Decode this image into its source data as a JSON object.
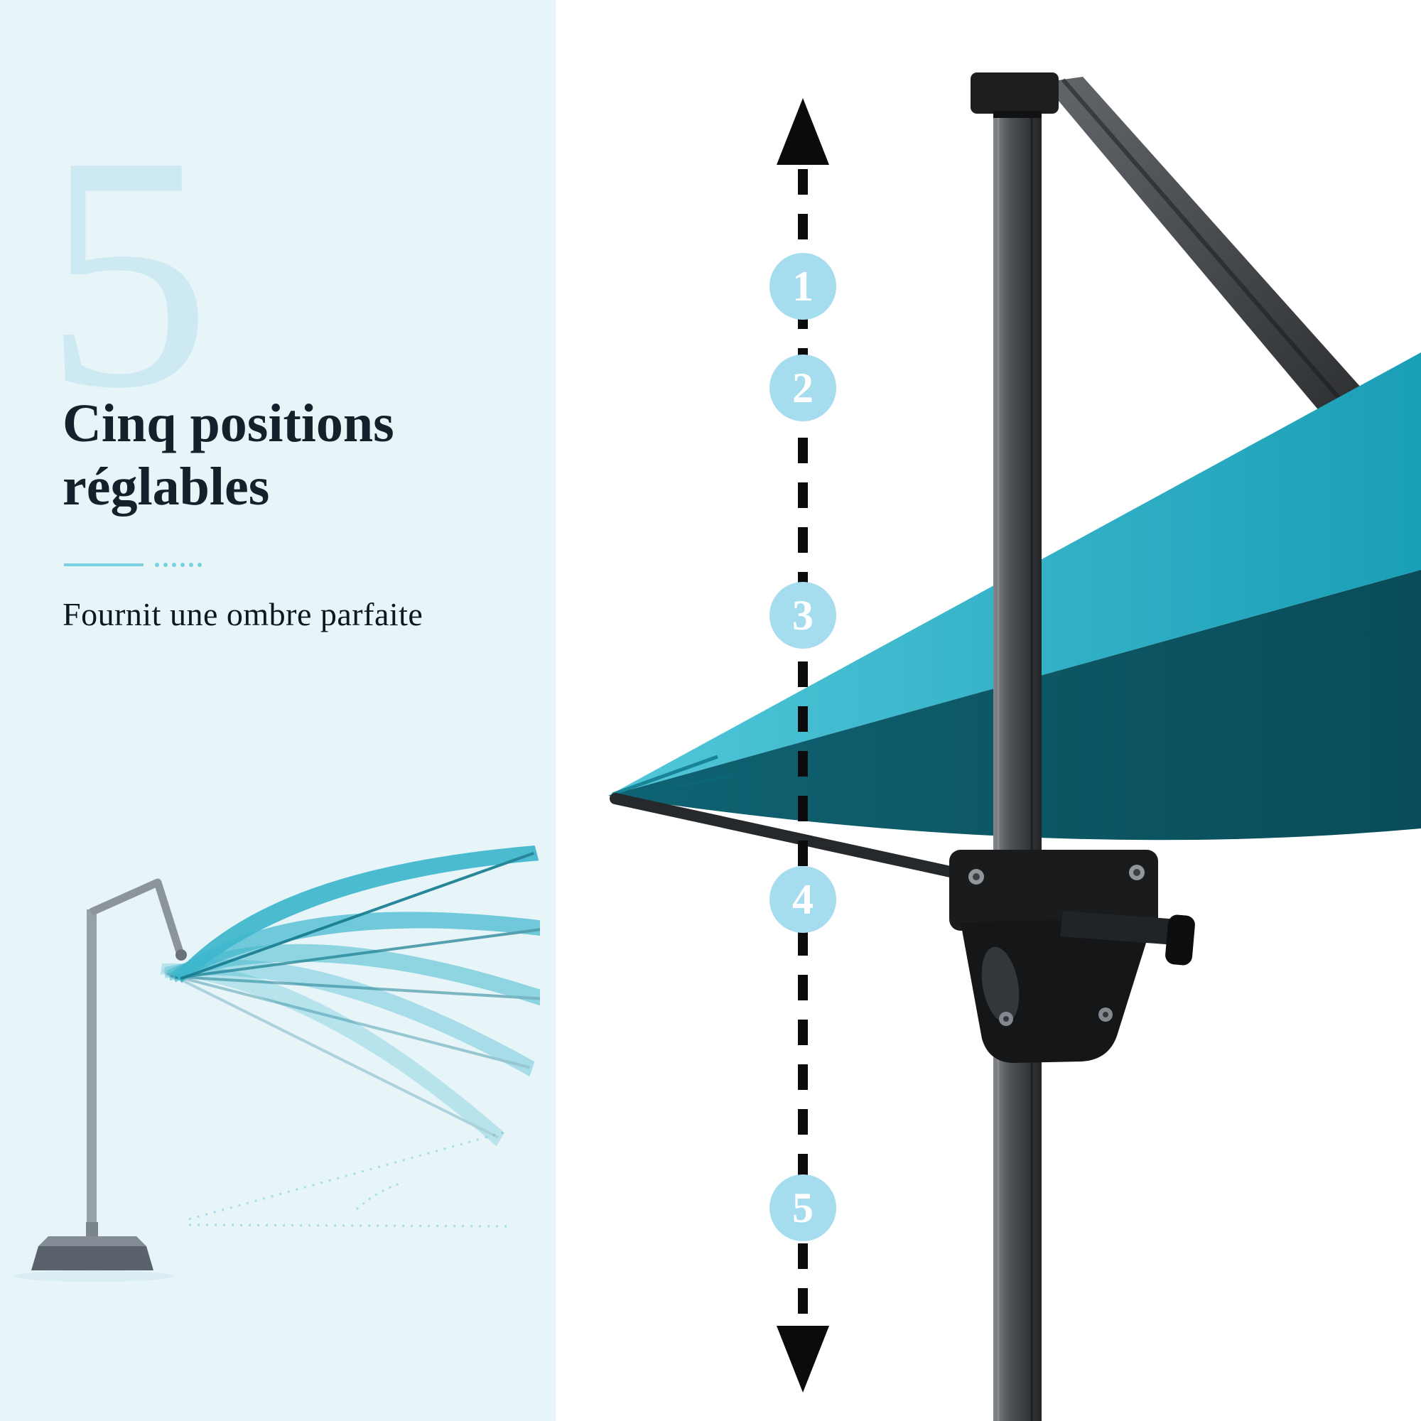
{
  "left_panel": {
    "watermark_number": "5",
    "heading_line1": "Cinq positions",
    "heading_line2": "réglables",
    "subheading": "Fournit une ombre parfaite"
  },
  "position_markers": {
    "labels": [
      "1",
      "2",
      "3",
      "4",
      "5"
    ]
  },
  "icons": {
    "arrow_up": "arrow-up-icon",
    "arrow_down": "arrow-down-icon"
  },
  "colors": {
    "panel_background": "#e7f5f9",
    "watermark": "#cde9f2",
    "heading_text": "#15202b",
    "divider_teal": "#79d1dd",
    "marker_background": "#a5dcee",
    "marker_text": "#ffffff",
    "canopy_light_teal": "#2fb3c9",
    "canopy_dark_teal": "#0e6170",
    "pole_gray": "#4e5155",
    "dashed_line_black": "#0b0b0b"
  }
}
